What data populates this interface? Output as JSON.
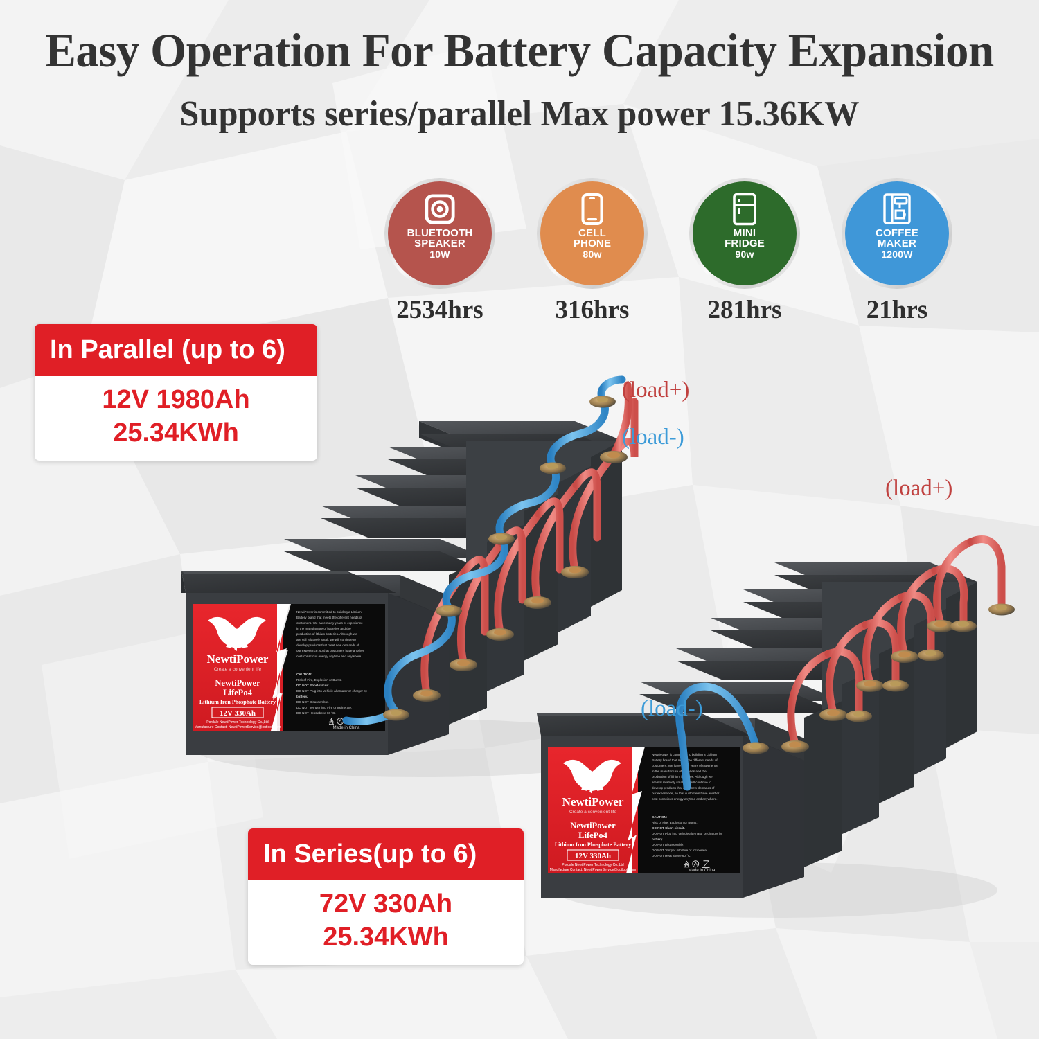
{
  "page": {
    "title_line1": "Easy Operation For Battery Capacity Expansion",
    "title_line2": "Supports series/parallel Max power 15.36KW"
  },
  "appliances": [
    {
      "icon": "bluetooth-speaker-icon",
      "name_line1": "BLUETOOTH",
      "name_line2": "SPEAKER",
      "watts": "10W",
      "runtime": "2534hrs",
      "color": "#b5544d"
    },
    {
      "icon": "cell-phone-icon",
      "name_line1": "CELL",
      "name_line2": "PHONE",
      "watts": "80w",
      "runtime": "316hrs",
      "color": "#e08c4e"
    },
    {
      "icon": "mini-fridge-icon",
      "name_line1": "MINI",
      "name_line2": "FRIDGE",
      "watts": "90w",
      "runtime": "281hrs",
      "color": "#2d6b2b"
    },
    {
      "icon": "coffee-maker-icon",
      "name_line1": "COFFEE",
      "name_line2": "MAKER",
      "watts": "1200W",
      "runtime": "21hrs",
      "color": "#3f97d8"
    }
  ],
  "parallel": {
    "heading": "In Parallel (up to 6)",
    "spec_line1": "12V 1980Ah",
    "spec_line2": "25.34KWh",
    "load_positive": "(load+)",
    "load_negative": "(load-)"
  },
  "series": {
    "heading": "In Series(up to 6)",
    "spec_line1": "72V 330Ah",
    "spec_line2": "25.34KWh",
    "load_positive": "(load+)",
    "load_negative": "(load-)"
  },
  "battery_label": {
    "brand": "NewtiPower",
    "tagline": "Create a convenient life",
    "model_line1": "NewtiPower",
    "model_line2": "LifePo4",
    "chemistry": "Lithium Iron Phosphate Battery",
    "rating": "12V  330Ah",
    "company": "Pordale NewtiPower Technology Co.,Ltd",
    "contact": "Manufacture Contact: NewtiPowerService@outlook.com",
    "body_text": "NewtiPower is committed to building a Lithium Battery brand that meets the different needs of customers. We have many years of experience in the manufacture of batteries and the production of lithium batteries. Although we are still relatively small, we will continue to develop products that meet new demands of our experience, so that customers have another cost-conscious energy anytime and anywhere.",
    "caution_title": "CAUTION:",
    "caution_lines": [
      "Risk of Fire, Explosion or Burns.",
      "DO NOT Short-circuit.",
      "DO NOT Plug into Vehicle alternator or charger by",
      "battery.",
      "DO NOT Disassemble.",
      "DO NOT Tamper into Fire or Incinerate.",
      "DO NOT Heat above 60 °C."
    ],
    "origin": "Made in China"
  },
  "colors": {
    "brand_red": "#e01f26",
    "cable_positive": "#e6605c",
    "cable_negative": "#3d9edd",
    "heading_text": "#333333",
    "background": "#efefef"
  }
}
